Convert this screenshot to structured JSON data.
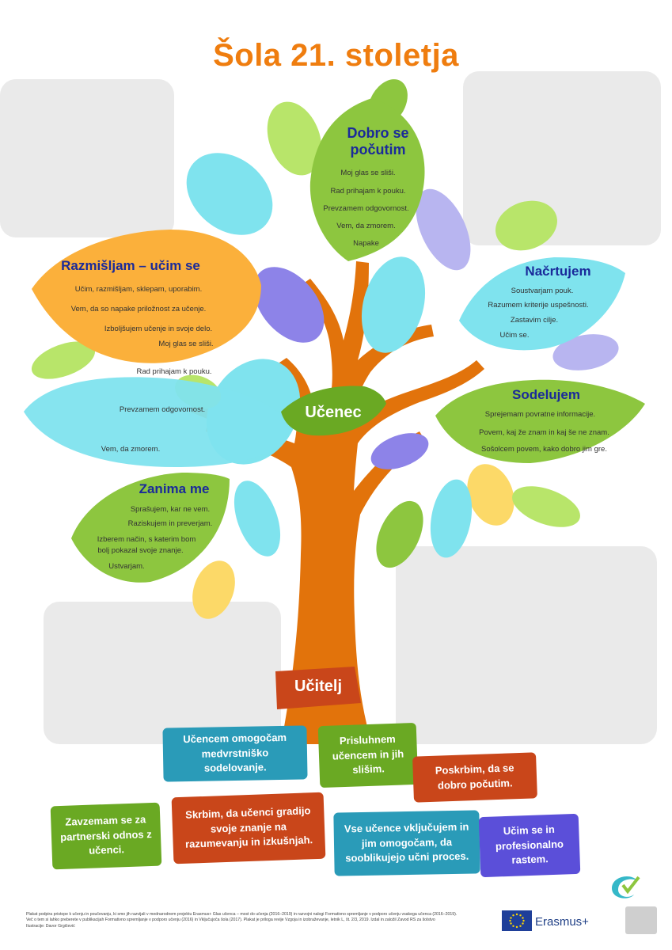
{
  "title": "Šola 21. stoletja",
  "colors": {
    "orange": "#ef7d0f",
    "trunk": "#e2730b",
    "green": "#8dc63f",
    "cyan": "#7fe3ee",
    "lavender": "#b8b5f0",
    "purple": "#8d83e8",
    "yellow": "#fcd968",
    "navy": "#1a2a9a",
    "teal": "#2a9bb8",
    "rust": "#c9461a",
    "darkgreen": "#6aa923",
    "violet": "#5b4fd9"
  },
  "leaves": {
    "dobro": {
      "title": "Dobro se počutim",
      "lines": [
        "Moj glas se sliši.",
        "Rad prihajam k pouku.",
        "Prevzamem odgovornost.",
        "Vem, da zmorem.",
        "Napake"
      ]
    },
    "razmisljam": {
      "title": "Razmišljam – učim se",
      "lines": [
        "Učim, razmišljam, sklepam, uporabim.",
        "Vem, da so napake priložnost za učenje.",
        "Izboljšujem učenje in svoje delo.",
        "Moj glas se sliši.",
        "Rad prihajam k pouku.",
        "Prevzamem odgovornost.",
        "Vem, da zmorem."
      ]
    },
    "nacrtujem": {
      "title": "Načrtujem",
      "lines": [
        "Soustvarjam pouk.",
        "Razumem kriterije uspešnosti.",
        "Zastavim cilje.",
        "Učim se."
      ]
    },
    "sodelujem": {
      "title": "Sodelujem",
      "lines": [
        "Sprejemam povratne informacije.",
        "Povem, kaj že znam in kaj še ne znam.",
        "Sošolcem povem, kako dobro jim gre."
      ]
    },
    "zanima": {
      "title": "Zanima me",
      "lines": [
        "Sprašujem, kar ne vem.",
        "Raziskujem in preverjam.",
        "Izberem način, s katerim bom",
        "bolj pokazal svoje znanje.",
        "Ustvarjam."
      ]
    }
  },
  "ucenec": "Učenec",
  "ucitelj": "Učitelj",
  "boxes": [
    "Učencem omogočam medvrstniško sodelovanje.",
    "Prisluhnem učencem in jih slišim.",
    "Poskrbim, da se dobro počutim.",
    "Zavzemam se za partnerski odnos z učenci.",
    "Skrbim, da učenci gradijo svoje znanje na razumevanju in izkušnjah.",
    "Vse učence vključujem in jim omogočam, da sooblikujejo učni proces.",
    "Učim se in profesionalno rastem."
  ],
  "footer": [
    "Plakat podpira pristope k učenju in poučevanju, ki smo jih razvijali v mednarodnem projektu Erasmus+ Glas učenca – most do učenja (2016–2019) in razvojni nalogi Formativno spremljanje v podporo učenju vsakega učenca (2016–2019).",
    "Več o tem si lahko preberete v publikacijah Formativno spremljanje v podporo učenju (2016) in Vključujoča šola (2017). Plakat je priloga revije Vzgoja in izobraževanje, letnik L, št. 2/3, 2019. Izdal in založil Zavod RS za šolstvo",
    "Ilustracije: Davor Grgičević"
  ],
  "erasmus": "Erasmus+"
}
